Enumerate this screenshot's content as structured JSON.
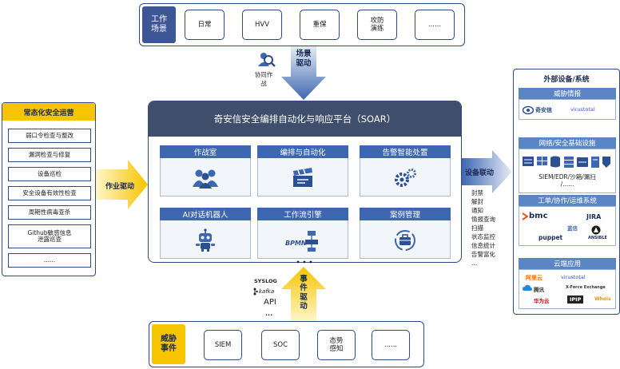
{
  "top": {
    "label": "工作\n场景",
    "items": [
      "日常",
      "HVV",
      "重保",
      "攻防\n演练",
      "......"
    ]
  },
  "scene_arrow": {
    "label": "场景\n驱动",
    "side": "协同作\n战"
  },
  "platform": {
    "title": "奇安信安全编排自动化与响应平台（SOAR）",
    "modules": [
      {
        "title": "作战室",
        "icon": "team-icon"
      },
      {
        "title": "编排与自动化",
        "icon": "clapperboard-icon"
      },
      {
        "title": "告警智能处置",
        "icon": "gears-icon"
      },
      {
        "title": "AI对话机器人",
        "icon": "robot-icon"
      },
      {
        "title": "工作流引擎",
        "icon": "bpmn-flow-icon"
      },
      {
        "title": "案例管理",
        "icon": "briefcase-cycle-icon"
      }
    ],
    "more": "• • •"
  },
  "left": {
    "title": "常态化安全运营",
    "items": [
      "弱口令检查与整改",
      "漏洞检查与修复",
      "设备巡检",
      "安全设备有效性检查",
      "周期性病毒查杀",
      "Github敏感信息\n泄露巡查",
      "......"
    ],
    "arrow_label": "作业驱动"
  },
  "right_arrow": {
    "label": "设备联动",
    "actions": [
      "封禁",
      "解封",
      "通知",
      "情报查询",
      "扫描",
      "状态监控",
      "信息统计",
      "告警富化",
      "..."
    ]
  },
  "external": {
    "title": "外部设备/系统",
    "groups": [
      {
        "head": "威胁情报",
        "logos": [
          "奇安信",
          "virustotal"
        ]
      },
      {
        "head": "网络/安全基础设施",
        "caption": "SIEM/EDR/沙箱/漏扫\n/......"
      },
      {
        "head": "工单/协作/运维系统",
        "logos": [
          "bmc",
          "JIRA",
          "蓝信",
          "puppet",
          "ANSIBLE"
        ]
      },
      {
        "head": "云端应用",
        "logos": [
          "阿里云",
          "virustotal",
          "腾讯",
          "X-Force Exchange",
          "华为云",
          "IPIP",
          "Whois"
        ]
      }
    ]
  },
  "event_arrow": {
    "label": "事\n件\n驱\n动",
    "sources": [
      "SYSLOG",
      "kafka",
      "API",
      "..."
    ]
  },
  "bottom": {
    "label": "威胁\n事件",
    "items": [
      "SIEM",
      "SOC",
      "态势\n感知",
      "......"
    ]
  },
  "colors": {
    "navy": "#3d5796",
    "blue": "#3d67b1",
    "gold": "#f6c400",
    "light": "#f2f6fb"
  }
}
